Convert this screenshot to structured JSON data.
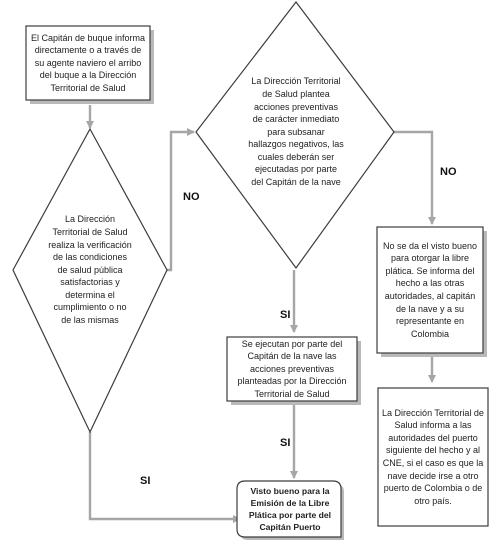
{
  "nodes": {
    "captain_informs": "El Capitán de buque informa directamente o a través de su agente naviero el arribo del buque a la Dirección Territorial de Salud",
    "health_check": "La Dirección Territorial de Salud realiza la verificación de las condiciones de salud pública satisfactorias y determina el cumplimiento o no de las mismas",
    "preventive_actions": "La Dirección Territorial de Salud plantea acciones preventivas de carácter inmediato para subsanar hallazgos negativos, las cuales deberán ser ejecutadas por parte del Capitán de la nave",
    "actions_executed": "Se ejecutan por parte del Capitán de la nave las acciones preventivas planteadas por la Dirección Territorial de Salud",
    "free_pratique": "Visto bueno para la Emisión de la Libre Plática por parte del Capitán Puerto",
    "no_approval": "No se da el visto bueno para otorgar la libre plática. Se informa del hecho a las otras autoridades, al capitán de la nave y a su representante en Colombia",
    "inform_next_port": "La Dirección Territorial de Salud informa a las autoridades del puerto siguiente del hecho y al CNE, si el caso es que la nave decide irse a otro puerto de Colombia o de otro país."
  },
  "edge_labels": {
    "no_1": "NO",
    "no_2": "NO",
    "si_1": "SI",
    "si_2": "SI",
    "si_3": "SI"
  },
  "colors": {
    "node_border": "#3c3c3c",
    "shadow": "#b9b9b9",
    "arrow": "#a6a6a6"
  }
}
